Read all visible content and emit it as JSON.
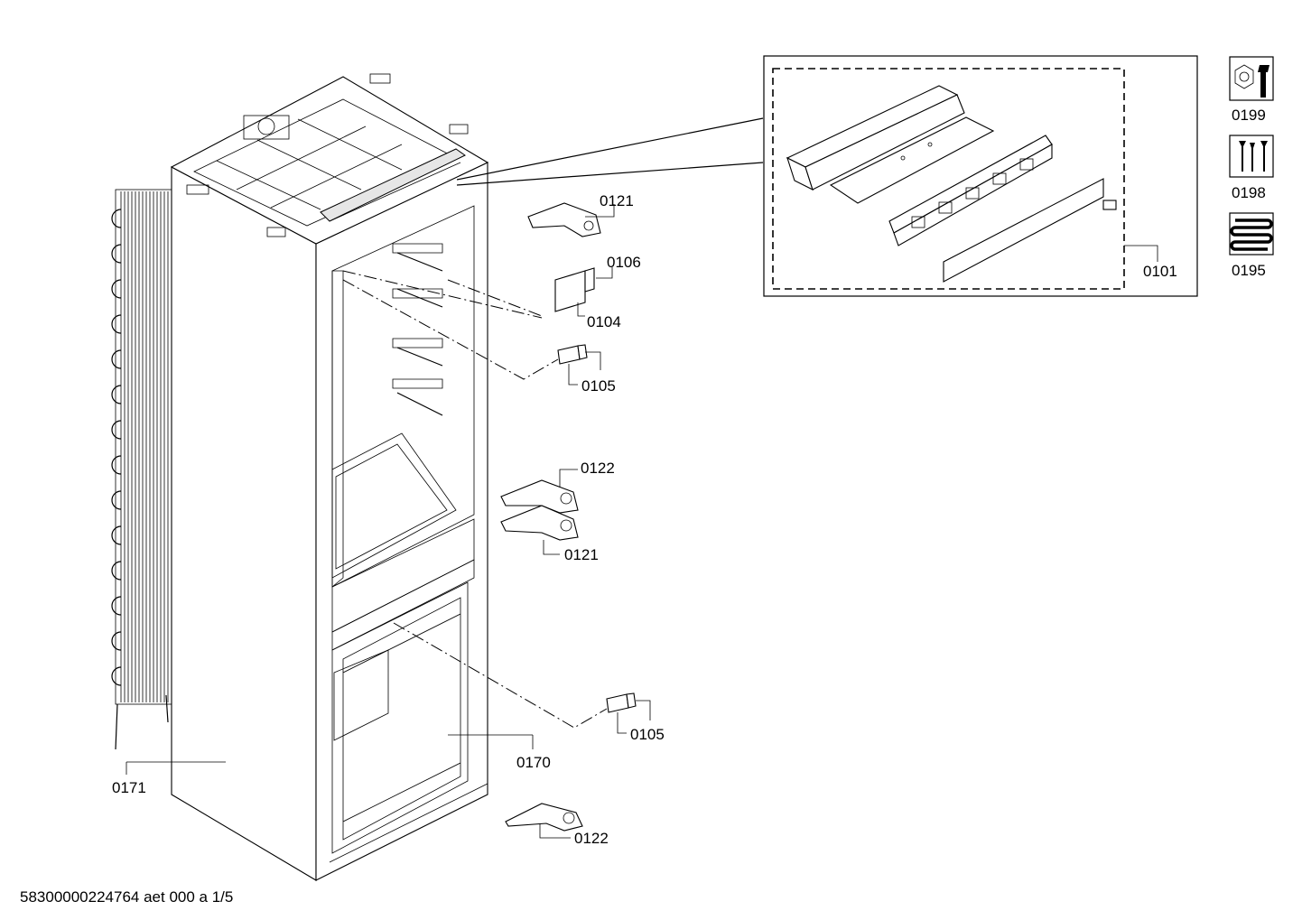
{
  "parts": {
    "p0121_top": "0121",
    "p0106": "0106",
    "p0104": "0104",
    "p0105_top": "0105",
    "p0122_mid": "0122",
    "p0121_mid": "0121",
    "p0105_bottom": "0105",
    "p0170": "0170",
    "p0171": "0171",
    "p0122_bottom": "0122",
    "p0101": "0101"
  },
  "legend": [
    {
      "code": "0199",
      "icon": "wrench-nut-icon"
    },
    {
      "code": "0198",
      "icon": "screws-icon"
    },
    {
      "code": "0195",
      "icon": "heating-coil-icon"
    }
  ],
  "footer": {
    "drawing_code": "58300000224764 aet 000 a 1/5"
  }
}
